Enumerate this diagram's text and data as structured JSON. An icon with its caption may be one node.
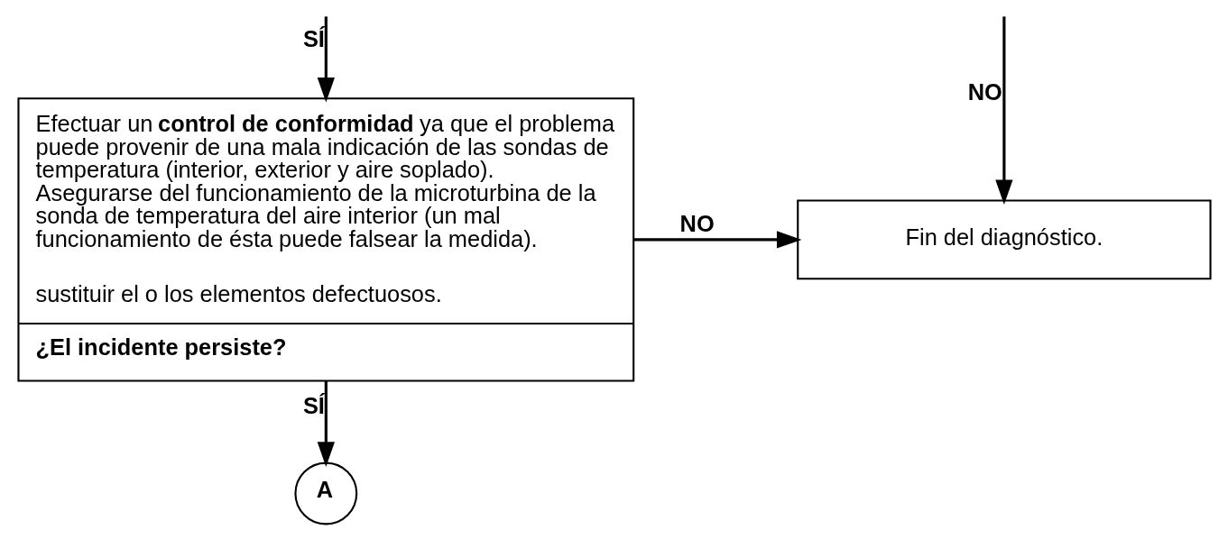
{
  "diagram": {
    "nodes": [
      {
        "text": [
          "Efectuar un **control de conformidad** ya que el problema puede provenir de una mala indicación de las sondas de temperatura (interior, exterior y aire soplado). Asegurarse del funcionamiento de la microturbina de la sonda de temperatura del aire interior (un mal funcionamiento de ésta puede falsear la medida).",
          "sustituir el o los elementos defectuosos.",
          "¿El incidente persiste?"
        ]
      },
      {
        "text": [
          "Fin del diagnóstico."
        ]
      },
      {
        "text": [
          "A"
        ]
      }
    ],
    "edges": [
      {
        "from": null,
        "to": 0,
        "arrow": "to",
        "label": "SÍ"
      },
      {
        "from": null,
        "to": 1,
        "arrow": "to",
        "label": "NO"
      },
      {
        "from": 0,
        "to": 1,
        "arrow": "to",
        "label": "NO"
      },
      {
        "from": 0,
        "to": 2,
        "arrow": "to",
        "label": "SÍ"
      }
    ]
  }
}
